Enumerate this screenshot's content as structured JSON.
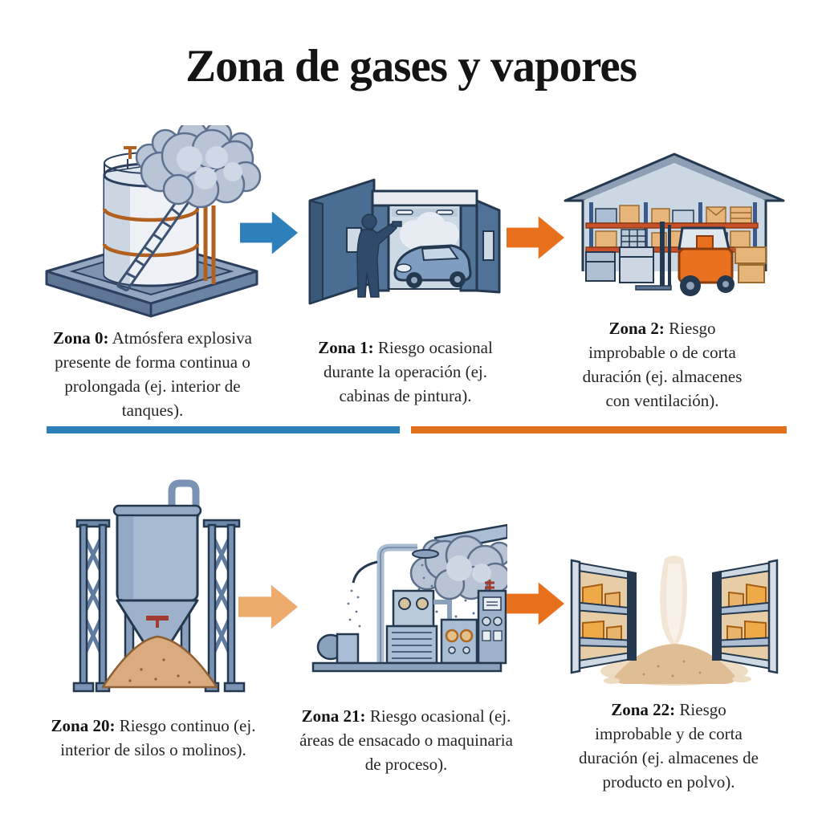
{
  "title": "Zona de gases y vapores",
  "colors": {
    "divider_blue": "#2d7fb8",
    "divider_orange": "#e2711d",
    "arrow_blue": "#2d80b9",
    "arrow_orange": "#e8701c",
    "arrow_peach": "#eeab6e",
    "text": "#262626"
  },
  "rows": [
    {
      "name": "gases-vapores",
      "items": [
        {
          "zone_label": "Zona 0:",
          "description": "Atmósfera explosiva presente de forma continua o prolongada (ej. interior de tanques).",
          "illustration": "storage-tank-with-vapor-cloud"
        },
        {
          "zone_label": "Zona 1:",
          "description": "Riesgo ocasional durante la operación (ej. cabinas de pintura).",
          "illustration": "paint-booth-with-car"
        },
        {
          "zone_label": "Zona 2:",
          "description": "Riesgo improbable o de corta duración (ej. almacenes con ventilación).",
          "illustration": "warehouse-with-forklift"
        }
      ]
    },
    {
      "name": "polvos",
      "items": [
        {
          "zone_label": "Zona 20:",
          "description": "Riesgo continuo (ej. interior de silos o molinos).",
          "illustration": "silo-with-powder-pile"
        },
        {
          "zone_label": "Zona 21:",
          "description": "Riesgo ocasional (ej. áreas de ensacado o maquinaria de proceso).",
          "illustration": "process-machinery-with-dust"
        },
        {
          "zone_label": "Zona 22:",
          "description": "Riesgo improbable y de corta duración (ej. almacenes de producto en polvo).",
          "illustration": "powder-storage-shelves"
        }
      ]
    }
  ]
}
